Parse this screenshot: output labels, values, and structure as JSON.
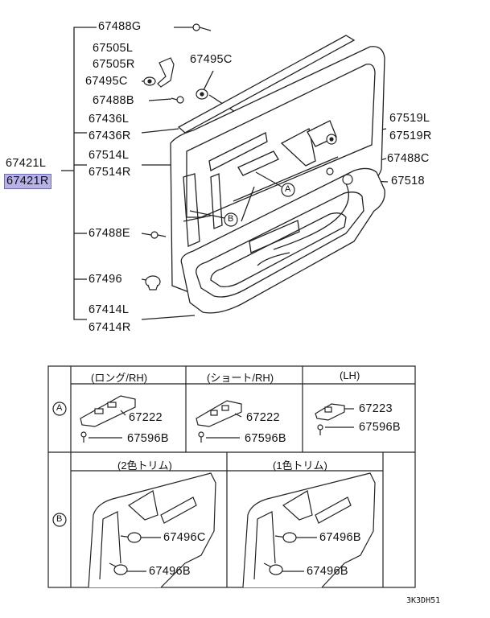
{
  "upper_labels": {
    "p67488G": "67488G",
    "p67505L": "67505L",
    "p67505R": "67505R",
    "p67495C": "67495C",
    "p67495C_left": "67495C",
    "p67488B": "67488B",
    "p67436L": "67436L",
    "p67436R": "67436R",
    "p67519L": "67519L",
    "p67519R": "67519R",
    "p67421L": "67421L",
    "p67421R": "67421R",
    "p67514L": "67514L",
    "p67514R": "67514R",
    "p67488C": "67488C",
    "p67518": "67518",
    "p67488E": "67488E",
    "p67496": "67496",
    "p67414L": "67414L",
    "p67414R": "67414R",
    "callout_a": "A",
    "callout_b": "B"
  },
  "table": {
    "row_a_key": "A",
    "row_b_key": "B",
    "a_headers": [
      "(ロング/RH)",
      "(ショート/RH)",
      "(LH)"
    ],
    "a_cells": [
      {
        "part": "67222",
        "screw": "67596B"
      },
      {
        "part": "67222",
        "screw": "67596B"
      },
      {
        "part": "67223",
        "screw": "67596B"
      }
    ],
    "b_headers": [
      "(2色トリム)",
      "(1色トリム)"
    ],
    "b_cells": [
      {
        "top": "67496C",
        "bottom": "67496B"
      },
      {
        "top": "67496B",
        "bottom": "67496B"
      }
    ]
  },
  "figure_code": "3K3DH51"
}
